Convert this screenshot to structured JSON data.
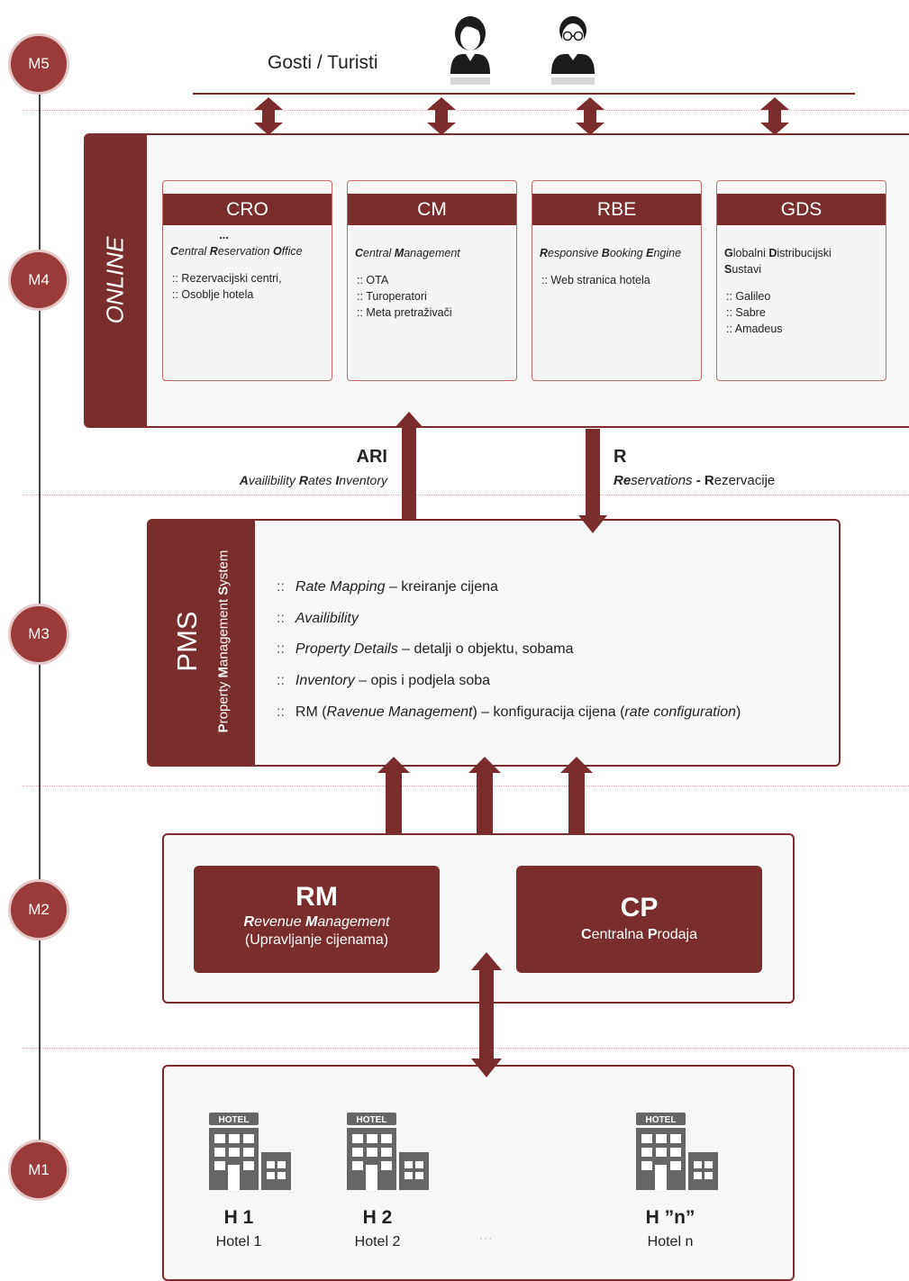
{
  "levels": [
    "M5",
    "M4",
    "M3",
    "M2",
    "M1"
  ],
  "guests": {
    "label": "Gosti / Turisti"
  },
  "online": {
    "label": "ONLINE",
    "cards": [
      {
        "title": "CRO",
        "ellipsis": "...",
        "subtitle": "Central Reservation Office",
        "lines": [
          ":: Rezervacijski centri,",
          ":: Osoblje hotela"
        ]
      },
      {
        "title": "CM",
        "subtitle": "Central Management",
        "lines": [
          ":: OTA",
          ":: Turoperatori",
          ":: Meta pretraživači"
        ]
      },
      {
        "title": "RBE",
        "subtitle": "Responsive Booking Engine",
        "lines": [
          ":: Web stranica hotela"
        ]
      },
      {
        "title": "GDS",
        "subtitle_line1": "Globalni Distribucijski",
        "subtitle_line2": "Sustavi",
        "lines": [
          ":: Galileo",
          ":: Sabre",
          ":: Amadeus"
        ]
      }
    ]
  },
  "ari": {
    "title": "ARI",
    "subtitle": "Availibility Rates Inventory"
  },
  "reservations": {
    "title": "R",
    "subtitle_en": "Reservations",
    "subtitle_sep": " - ",
    "subtitle_hr": "Rezervacije"
  },
  "pms": {
    "title": "PMS",
    "subtitle": "Property Management System",
    "marker": "::",
    "items": [
      {
        "term": "Rate Mapping",
        "desc": " – kreiranje cijena"
      },
      {
        "term": "Availibility",
        "desc": ""
      },
      {
        "term": "Property Details",
        "desc": " – detalji o objektu, sobama"
      },
      {
        "term": "Inventory",
        "desc": " – opis i podjela soba"
      }
    ],
    "last_item": {
      "prefix": "RM (",
      "term": "Ravenue Management",
      "middle": ") – konfiguracija cijena (",
      "term2": "rate configuration",
      "suffix": ")"
    }
  },
  "rm": {
    "title": "RM",
    "subtitle": "Revenue Management",
    "note": "(Upravljanje cijenama)"
  },
  "cp": {
    "title": "CP",
    "subtitle": "Centralna Prodaja"
  },
  "hotels": [
    {
      "code": "H 1",
      "name": "Hotel 1",
      "sign": "HOTEL"
    },
    {
      "code": "H 2",
      "name": "Hotel 2",
      "sign": "HOTEL"
    },
    {
      "code": "H ”n”",
      "name": "Hotel n",
      "sign": "HOTEL"
    }
  ],
  "hotels_ellipsis": "···",
  "colors": {
    "brand": "#7b2c2c",
    "level_circle": "#9b3a3a",
    "panel_bg": "#f7f7f7"
  },
  "icons": [
    "user-female-icon",
    "user-glasses-icon",
    "hotel-building-icon",
    "double-arrow-icon"
  ]
}
